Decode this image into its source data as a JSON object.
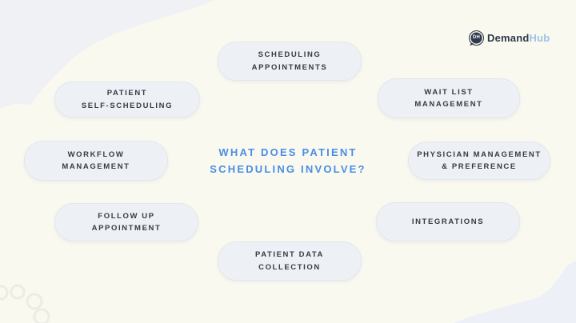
{
  "logo": {
    "icon_text": "DH",
    "brand_primary": "Demand",
    "brand_secondary": "Hub",
    "primary_color": "#2E3A4A",
    "secondary_color": "#9DC2E9"
  },
  "title": {
    "line1": "WHAT DOES PATIENT",
    "line2": "SCHEDULING INVOLVE?",
    "color": "#4A8EE2"
  },
  "pills": [
    {
      "id": "scheduling-appointments",
      "label": "SCHEDULING\nAPPOINTMENTS"
    },
    {
      "id": "patient-self-scheduling",
      "label": "PATIENT\nSELF-SCHEDULING"
    },
    {
      "id": "wait-list-management",
      "label": "WAIT LIST\nMANAGEMENT"
    },
    {
      "id": "workflow-management",
      "label": "WORKFLOW\nMANAGEMENT"
    },
    {
      "id": "physician-management-preference",
      "label": "PHYSICIAN MANAGEMENT\n& PREFERENCE"
    },
    {
      "id": "follow-up-appointment",
      "label": "FOLLOW UP\nAPPOINTMENT"
    },
    {
      "id": "integrations",
      "label": "INTEGRATIONS"
    },
    {
      "id": "patient-data-collection",
      "label": "PATIENT DATA\nCOLLECTION"
    }
  ],
  "colors": {
    "background": "#FAF9F0",
    "pill_fill": "#EDF1F6",
    "pill_border": "#E2E7EE",
    "pill_text": "#383A43",
    "title_accent": "#4A8EE2",
    "blob_fill": "#F0F2F6",
    "ring_stroke": "#ECECE6"
  }
}
